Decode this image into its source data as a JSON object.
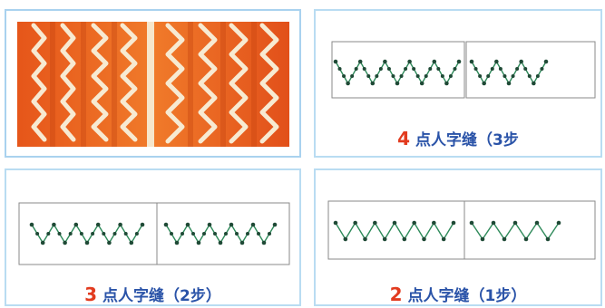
{
  "panels": {
    "photo": {
      "icon": "zigzag-stitch-fabric-image"
    },
    "four_point": {
      "number": "4",
      "label": "点人字缝（3步"
    },
    "three_point": {
      "number": "3",
      "label": "点人字缝（2步）"
    },
    "two_point": {
      "number": "2",
      "label": "点人字缝（1步）"
    }
  },
  "colors": {
    "number": "#e23b1f",
    "caption": "#2a53a8",
    "panel_border": "#b9dcf2",
    "stitch": "#2e8a5a",
    "fabric_orange": "#e8631c",
    "fabric_light": "#f7e7c8"
  }
}
